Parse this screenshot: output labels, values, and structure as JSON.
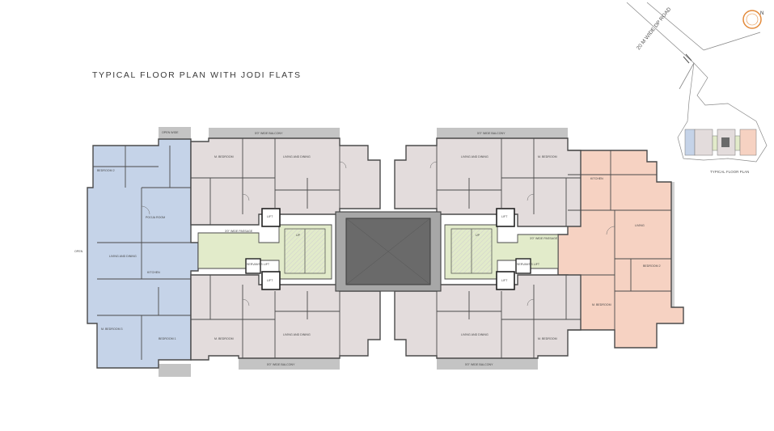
{
  "title": "TYPICAL FLOOR PLAN WITH JODI FLATS",
  "key_plan": {
    "road_label": "20 M WIDE DP ROAD",
    "north_label": "N",
    "caption": "TYPICAL FLOOR PLAN"
  },
  "colors": {
    "blue_unit": "#c5d3e8",
    "grey_unit": "#e3dcdc",
    "peach_unit": "#f6d2c2",
    "lobby": "#e2ebca",
    "core": "#a7a7a7",
    "shaft": "#6a6a6a",
    "balcony": "#c4c4c4",
    "wall": "#4a4a4a"
  },
  "labels": {
    "mid_passage_left": "3'0\" WIDE PASSAGE",
    "mid_passage_right": "3'0\" WIDE PASSAGE",
    "lift1": "LIFT",
    "lift2": "LIFT",
    "servant_lift_left": "SERVANT'S LIFT",
    "servant_lift_right": "SERVANT'S LIFT",
    "lift3": "LIFT",
    "lift4": "LIFT",
    "up_left": "UP",
    "up_right": "UP",
    "blue_bedroom": "BEDROOM 2",
    "blue_living": "LIVING AND DINING",
    "blue_kitchen": "KITCHEN",
    "blue_pooja": "POOJA ROOM",
    "blue_master": "M. BEDROOM 3",
    "blue_bedroom1": "BEDROOM 1",
    "peach_living": "LIVING",
    "peach_kitchen": "KITCHEN",
    "peach_master": "M. BEDROOM",
    "peach_bedroom": "BEDROOM 2",
    "grey_tl_living": "LIVING AND DINING",
    "grey_tr_living": "LIVING AND DINING",
    "grey_bl_living": "LIVING AND DINING",
    "grey_br_living": "LIVING AND DINING",
    "grey_tl_bed": "M. BEDROOM",
    "grey_tr_bed": "M. BEDROOM",
    "grey_bl_bed": "M. BEDROOM",
    "grey_br_bed": "M. BEDROOM",
    "balcony_top_left": "5'0\" WIDE BALCONY",
    "balcony_top_right": "5'0\" WIDE BALCONY",
    "balcony_bot_left": "5'0\" WIDE BALCONY",
    "balcony_bot_right": "5'0\" WIDE BALCONY",
    "open_wide": "OPEN WIDE",
    "dp_road_side": "OPEN"
  }
}
